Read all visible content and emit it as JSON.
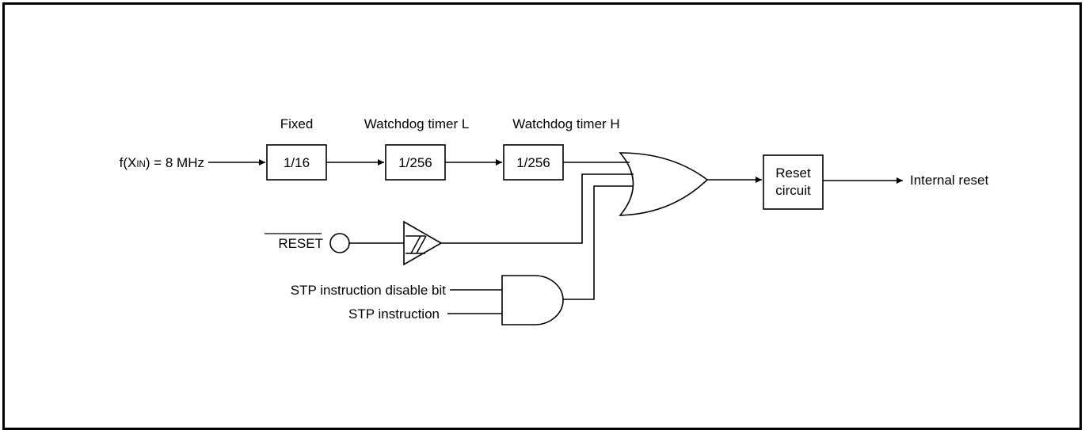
{
  "source": {
    "pre": "f(X",
    "sub": "IN",
    "post": ") = 8 MHz"
  },
  "stages": [
    {
      "header": "Fixed",
      "label": "1/16"
    },
    {
      "header": "Watchdog timer L",
      "label": "1/256"
    },
    {
      "header": "Watchdog timer H",
      "label": "1/256"
    }
  ],
  "reset_pin": {
    "label": "RESET",
    "overline": true
  },
  "stp_inputs": {
    "disable_bit": "STP instruction disable bit",
    "instruction": "STP instruction"
  },
  "reset_circuit": {
    "line1": "Reset",
    "line2": "circuit"
  },
  "output": {
    "label": "Internal reset"
  },
  "colors": {
    "line": "#000000",
    "background": "#ffffff"
  }
}
